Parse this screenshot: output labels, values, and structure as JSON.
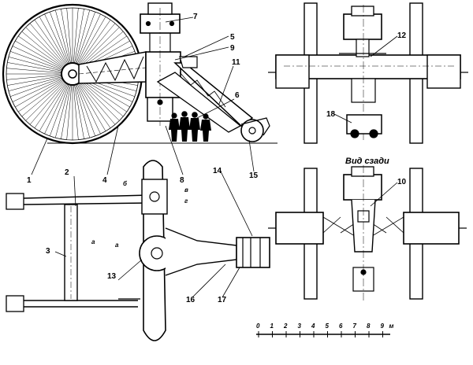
{
  "callouts": {
    "n1": "1",
    "n2": "2",
    "n3": "3",
    "n4": "4",
    "n5": "5",
    "n6": "6",
    "n7": "7",
    "n8": "8",
    "n9": "9",
    "n10": "10",
    "n11": "11",
    "n12": "12",
    "n13": "13",
    "n14": "14",
    "n15": "15",
    "n16": "16",
    "n17": "17",
    "n18": "18"
  },
  "section_letters": {
    "a1": "а",
    "a2": "а",
    "b": "б",
    "v": "в",
    "g": "г"
  },
  "rear_view_title": "Вид сзади",
  "scale_bar": {
    "ticks": [
      "0",
      "1",
      "2",
      "3",
      "4",
      "5",
      "6",
      "7",
      "8",
      "9"
    ],
    "unit": "м"
  }
}
